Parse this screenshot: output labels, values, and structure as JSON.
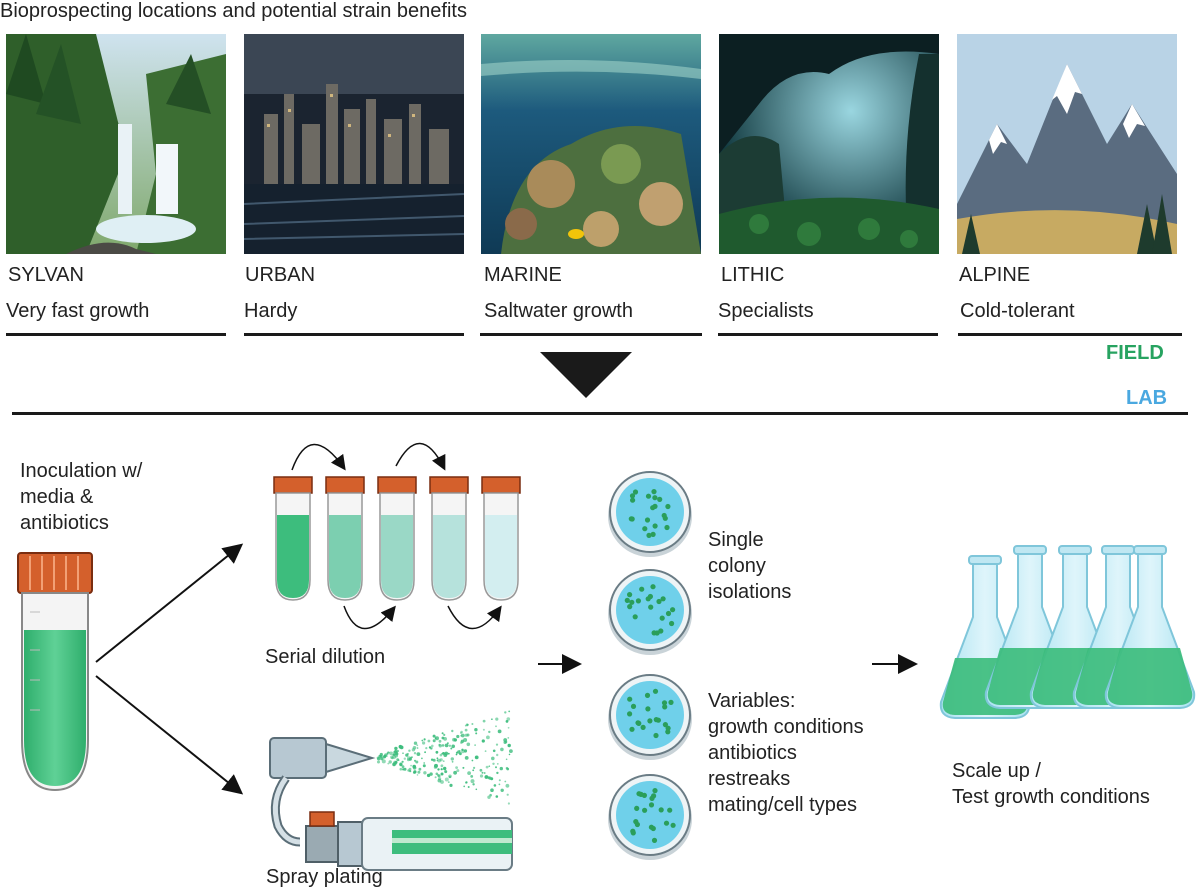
{
  "title": "Bioprospecting locations and potential strain benefits",
  "locations": [
    {
      "name": "SYLVAN",
      "benefit": "Very fast growth",
      "scene": "forest-waterfall-photo"
    },
    {
      "name": "URBAN",
      "benefit": "Hardy",
      "scene": "city-skyline-photo"
    },
    {
      "name": "MARINE",
      "benefit": "Saltwater growth",
      "scene": "coral-reef-photo"
    },
    {
      "name": "LITHIC",
      "benefit": "Specialists",
      "scene": "cave-photo"
    },
    {
      "name": "ALPINE",
      "benefit": "Cold-tolerant",
      "scene": "snowy-mountain-photo"
    }
  ],
  "field_label": "FIELD",
  "lab_label": "LAB",
  "steps": {
    "inoculation": [
      "Inoculation w/",
      "media &",
      "antibiotics"
    ],
    "serial_dilution": "Serial dilution",
    "spray_plating": "Spray plating",
    "single_colony": [
      "Single",
      "colony",
      "isolations"
    ],
    "variables": [
      "Variables:",
      "growth conditions",
      "antibiotics",
      "restreaks",
      "mating/cell types"
    ],
    "scale_up": [
      "Scale up /",
      "Test growth conditions"
    ]
  },
  "colors": {
    "field_green": "#27a360",
    "lab_blue": "#4aa8e0",
    "culture_green": "#3dbd7d",
    "cap_orange": "#d4602c",
    "plate_blue": "#6fd0ea"
  }
}
